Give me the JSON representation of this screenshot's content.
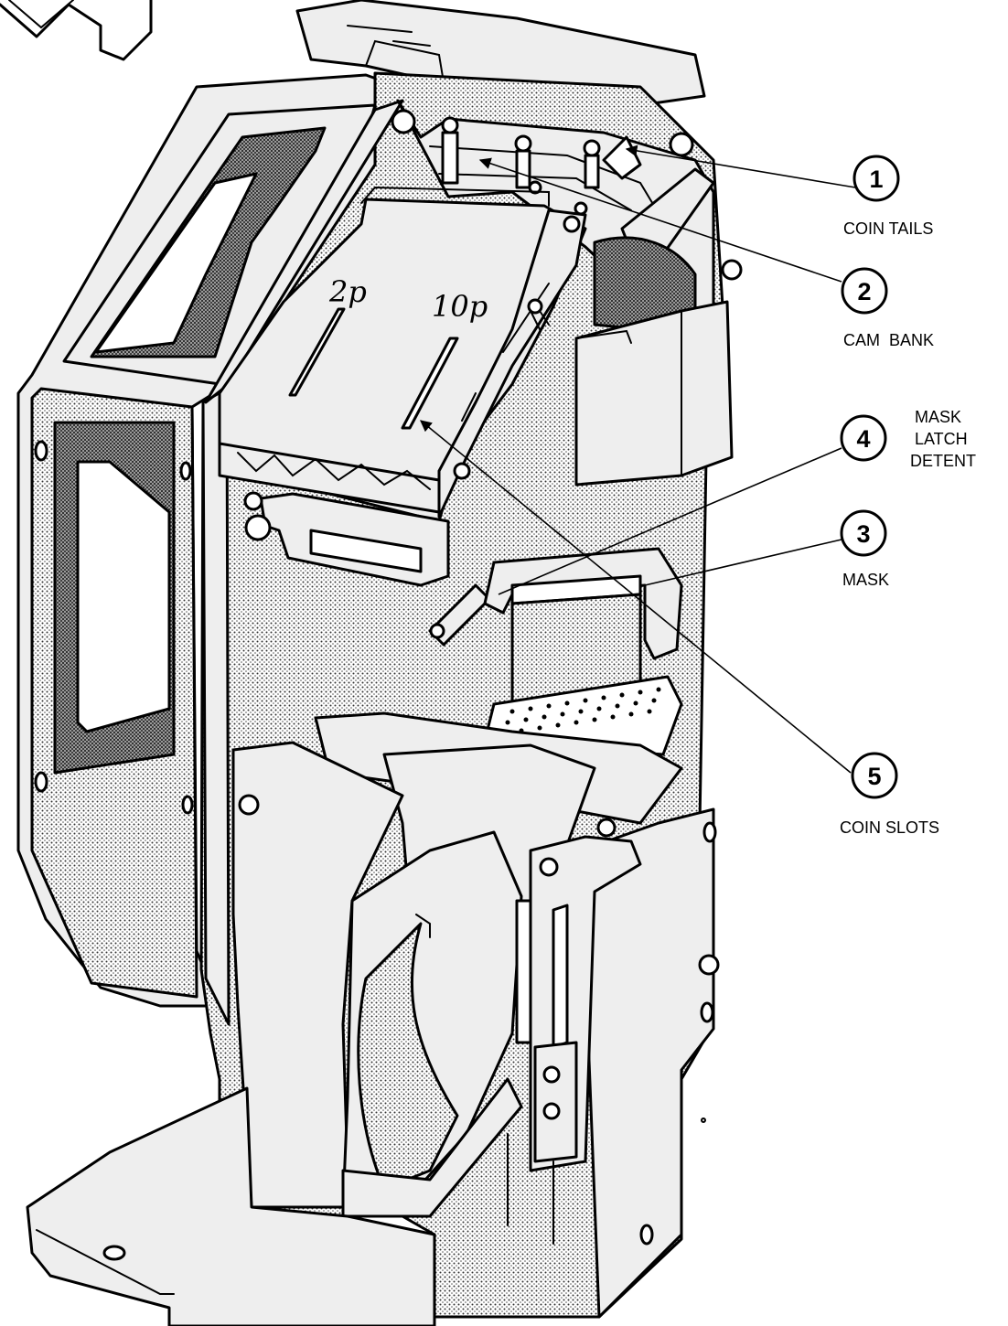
{
  "callouts": [
    {
      "number": "1",
      "caption_lines": [
        "COIN TAILS"
      ]
    },
    {
      "number": "2",
      "caption_lines": [
        "CAM  BANK"
      ]
    },
    {
      "number": "4",
      "caption_lines": [
        "MASK",
        "LATCH",
        "DETENT"
      ]
    },
    {
      "number": "3",
      "caption_lines": [
        "MASK"
      ]
    },
    {
      "number": "5",
      "caption_lines": [
        "COIN SLOTS"
      ]
    }
  ],
  "slot_markings": [
    "2p",
    "10p"
  ],
  "icons": [
    "callout-circle-icon",
    "screw-icon",
    "leader-arrow-icon"
  ]
}
